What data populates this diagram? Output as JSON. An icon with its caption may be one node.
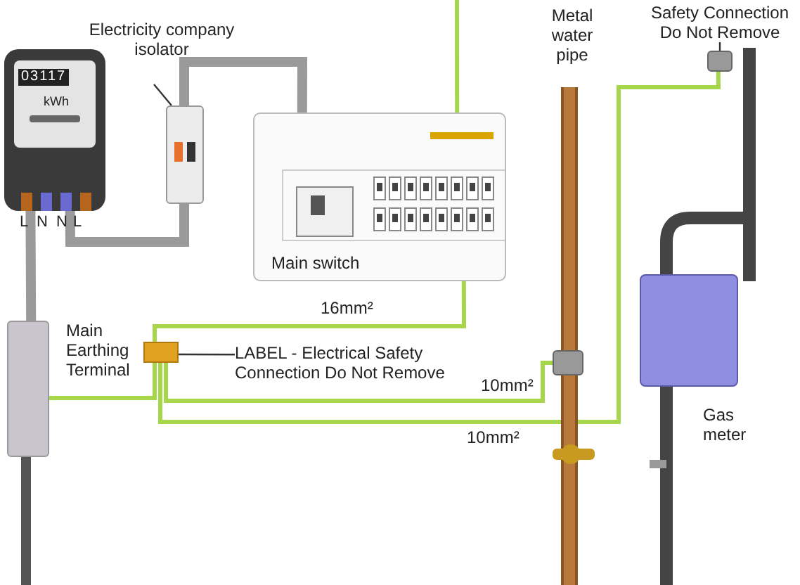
{
  "diagram": {
    "nodes": [
      {
        "text": [
          "03117",
          "kWh"
        ]
      },
      {
        "text": [
          "Electricity company isolator"
        ]
      },
      {
        "text": [],
        "shape": "box"
      },
      {
        "text": [
          "Main switch"
        ]
      },
      {
        "text": [],
        "shape": "box"
      },
      {
        "text": [],
        "shape": "bar",
        "beside": [
          "Main Earthing Terminal"
        ]
      },
      {
        "text": [
          "LABEL - Electrical Safety Connection Do Not Remove"
        ]
      },
      {
        "text": [],
        "shape": "box"
      },
      {
        "text": [
          "Metal water pipe"
        ]
      },
      {
        "text": [
          "Safety Connection Do Not Remove"
        ]
      },
      {
        "text": [],
        "shape": "box"
      },
      {
        "text": [
          "Gas meter"
        ]
      }
    ],
    "edges": [
      {
        "from": 1,
        "to": 2,
        "arrow": "none",
        "color": "#333333"
      },
      {
        "from": 4,
        "to": 0,
        "arrow": "none",
        "style": "thick",
        "color": "#9a9a9a"
      },
      {
        "from": 0,
        "to": 2,
        "arrow": "none",
        "style": "thick",
        "color": "#9a9a9a"
      },
      {
        "from": 2,
        "to": 3,
        "arrow": "none",
        "style": "thick",
        "color": "#9a9a9a"
      },
      {
        "from": 3,
        "to": null,
        "arrow": "none"
      },
      {
        "from": 4,
        "to": 5,
        "arrow": "none"
      },
      {
        "from": 5,
        "to": 3,
        "arrow": "none",
        "label": "16mm²"
      },
      {
        "from": 6,
        "to": 5,
        "arrow": "none",
        "color": "#333333"
      },
      {
        "from": 5,
        "to": 7,
        "arrow": "none",
        "label": "10mm²"
      },
      {
        "from": 5,
        "to": 10,
        "arrow": "none",
        "label": "10mm²"
      },
      {
        "from": 9,
        "to": 10,
        "arrow": "none",
        "color": "#333333"
      }
    ],
    "labels": [
      "L",
      "N",
      "N",
      "L"
    ]
  }
}
